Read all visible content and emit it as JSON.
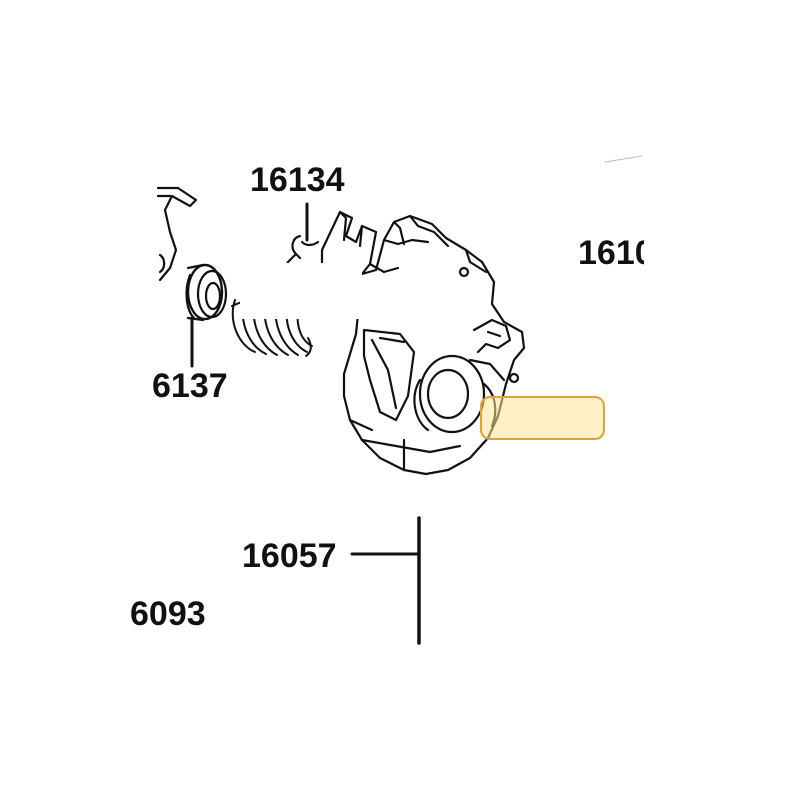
{
  "diagram": {
    "part_labels": {
      "p16134": "16134",
      "p16137": "6137",
      "p1610x": "1610",
      "p16057": "16057",
      "p16093": "6093"
    },
    "colors": {
      "line": "#111111",
      "background": "#ffffff",
      "highlight_fill": "#fff0b8",
      "highlight_border": "#e0a33a"
    }
  }
}
